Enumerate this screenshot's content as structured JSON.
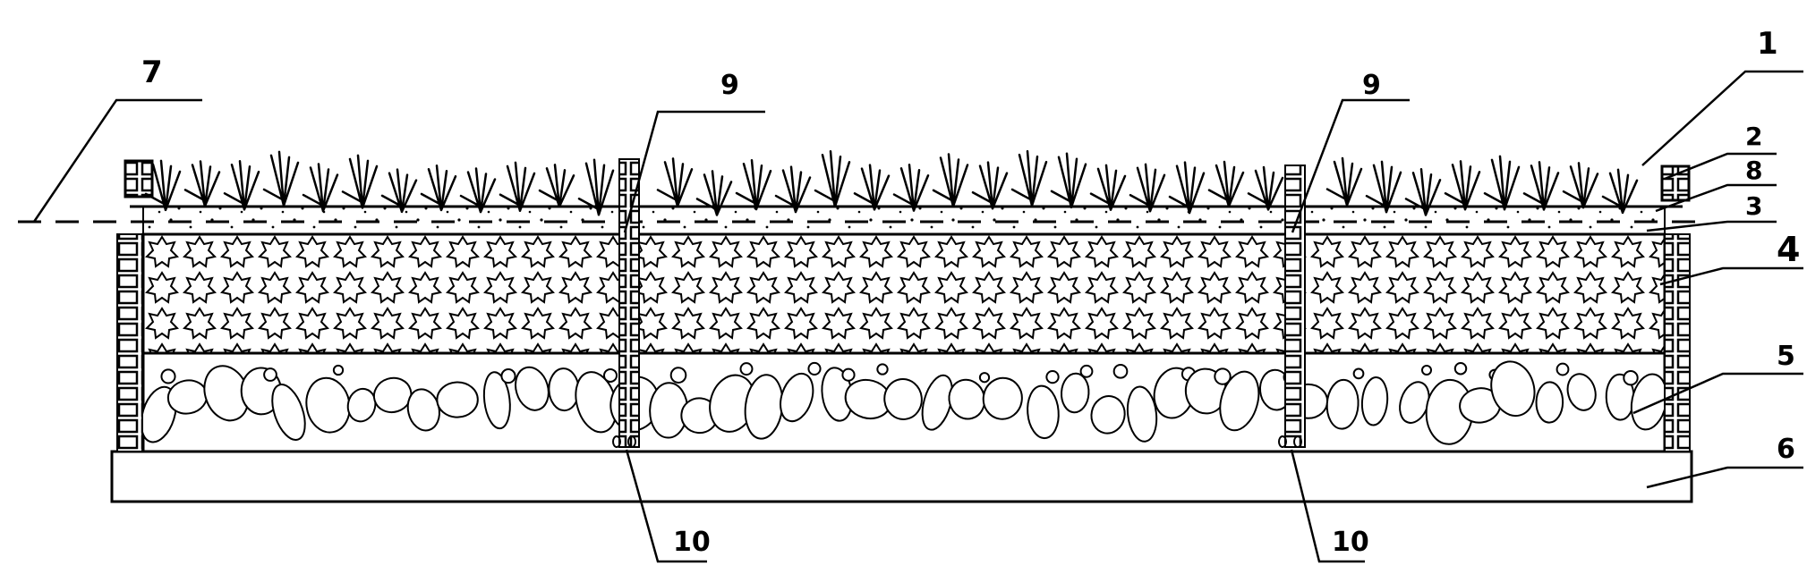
{
  "labels": {
    "l1": "1",
    "l2": "2",
    "l8": "8",
    "l3": "3",
    "l4": "4",
    "l5": "5",
    "l6": "6",
    "l7": "7",
    "l9a": "9",
    "l9b": "9",
    "l10a": "10",
    "l10b": "10"
  },
  "colors": {
    "ink": "#000000",
    "paper": "#ffffff"
  }
}
